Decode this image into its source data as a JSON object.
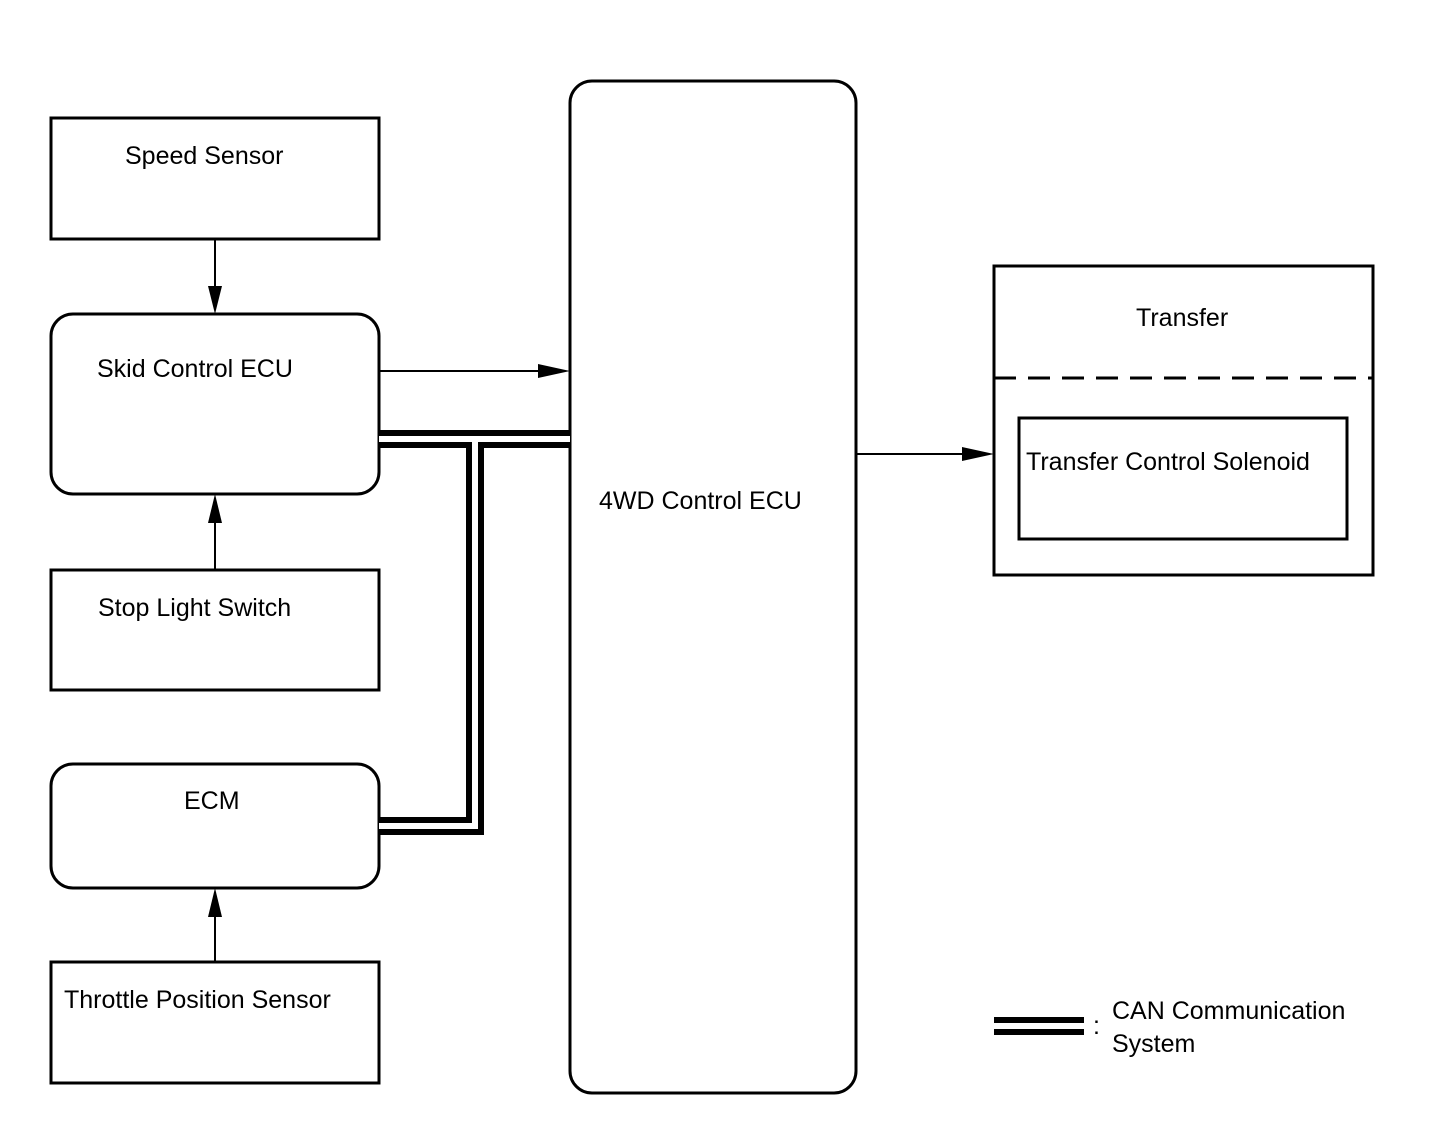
{
  "blocks": {
    "speed_sensor": "Speed Sensor",
    "skid_control_ecu": "Skid Control ECU",
    "stop_light_switch": "Stop Light Switch",
    "ecm": "ECM",
    "throttle_position_sensor": "Throttle Position Sensor",
    "fwd_control_ecu": "4WD Control ECU",
    "transfer": "Transfer",
    "transfer_control_solenoid": "Transfer Control Solenoid"
  },
  "legend": {
    "separator": ":",
    "line1": "CAN Communication",
    "line2": "System"
  },
  "colors": {
    "ink": "#000000",
    "background": "#ffffff"
  }
}
